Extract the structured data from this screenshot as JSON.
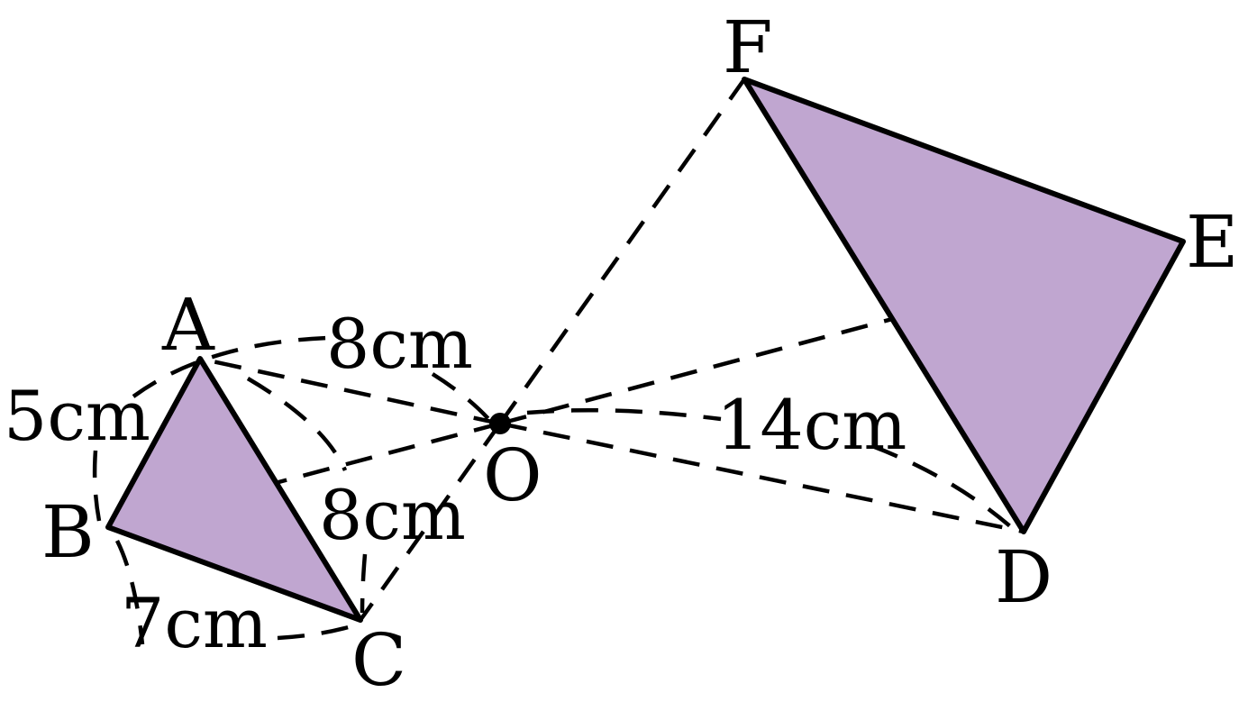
{
  "colors": {
    "triangle_fill": "#c0a6d0",
    "stroke": "#000000"
  },
  "points": {
    "A": "A",
    "B": "B",
    "C": "C",
    "D": "D",
    "E": "E",
    "F": "F",
    "O": "O"
  },
  "lengths": {
    "AB": "5cm",
    "BC": "7cm",
    "CA": "8cm",
    "OA": "8cm",
    "OD": "14cm"
  }
}
